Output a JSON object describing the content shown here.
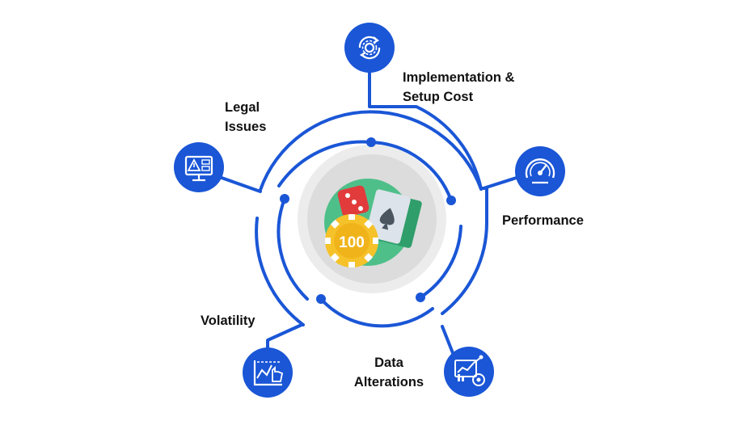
{
  "diagram": {
    "colors": {
      "primary": "#1a56d6",
      "center_ring": "#ececec",
      "center_disc": "#dcdcdc",
      "background": "#ffffff"
    },
    "center_icon": {
      "icon": "casino-icon",
      "chip_label": "100"
    },
    "items": [
      {
        "id": "implementation",
        "lines": [
          "Implementation &",
          "Setup Cost"
        ],
        "icon": "settings-cycle-icon"
      },
      {
        "id": "performance",
        "lines": [
          "Performance"
        ],
        "icon": "speedometer-icon"
      },
      {
        "id": "data-alterations",
        "lines": [
          "Data",
          "Alterations"
        ],
        "icon": "analytics-report-icon"
      },
      {
        "id": "volatility",
        "lines": [
          "Volatility"
        ],
        "icon": "volatility-chart-icon"
      },
      {
        "id": "legal",
        "lines": [
          "Legal",
          "Issues"
        ],
        "icon": "warning-monitor-icon"
      }
    ]
  }
}
